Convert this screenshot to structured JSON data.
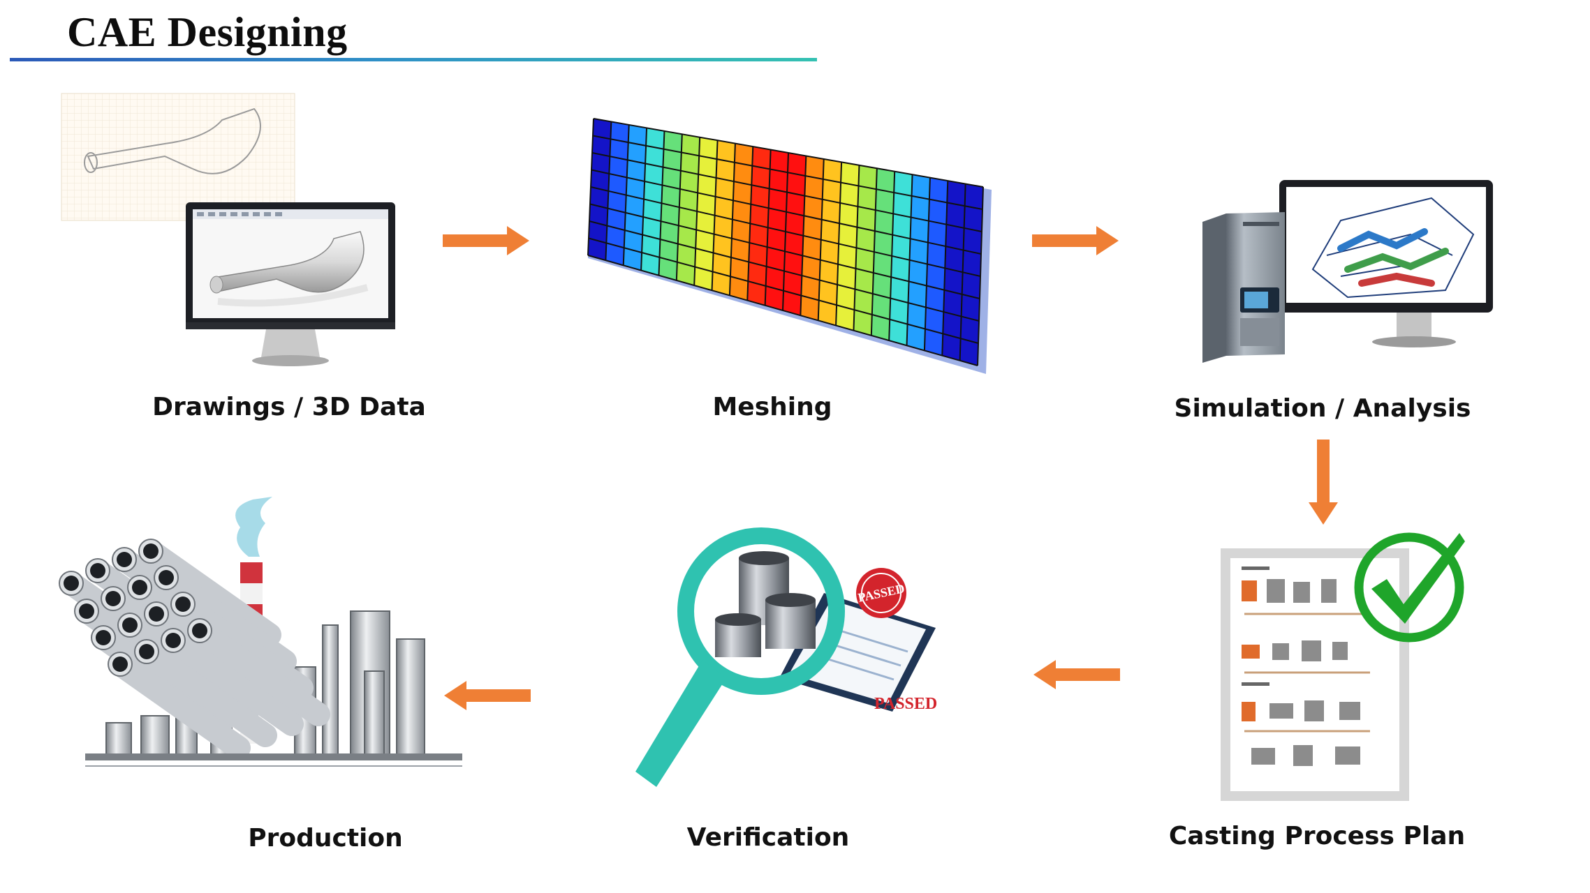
{
  "title": "CAE Designing",
  "steps": {
    "drawings": "Drawings / 3D Data",
    "meshing": "Meshing",
    "simulation": "Simulation / Analysis",
    "casting": "Casting Process Plan",
    "verification": "Verification",
    "production": "Production"
  },
  "stamp": {
    "top": "PASSED",
    "bottom": "PASSED"
  },
  "colors": {
    "arrow": "#ef7f35",
    "title_rule_start": "#2b59b8",
    "title_rule_end": "#34c1b2",
    "magnifier": "#2fc2b0",
    "check": "#1fa52a",
    "stamp": "#d3242c"
  },
  "icons": [
    "monitor-icon",
    "mesh-heatmap-icon",
    "workstation-icon",
    "process-plan-icon",
    "check-icon",
    "magnifier-icon",
    "passed-stamp-icon",
    "factory-icon",
    "arrow-right-icon",
    "arrow-down-icon",
    "arrow-left-icon"
  ]
}
